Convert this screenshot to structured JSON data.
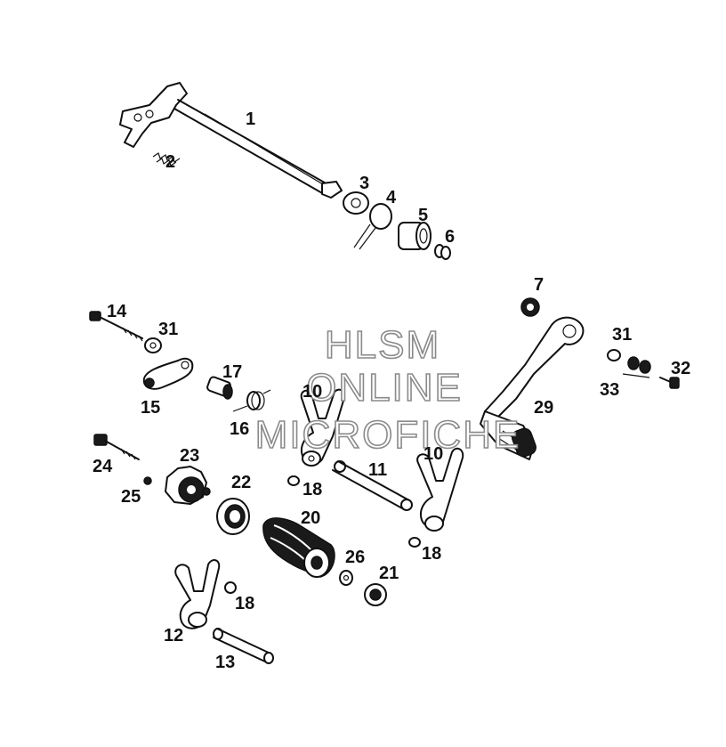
{
  "watermark": {
    "line1": "HLSM",
    "line2": "ONLINE",
    "line3": "MICROFICHE",
    "color": "#8a8a8a"
  },
  "callouts": {
    "n1": "1",
    "n2": "2",
    "n3": "3",
    "n4": "4",
    "n5": "5",
    "n6": "6",
    "n7": "7",
    "n10a": "10",
    "n10b": "10",
    "n11": "11",
    "n12": "12",
    "n13": "13",
    "n14": "14",
    "n15": "15",
    "n16": "16",
    "n17": "17",
    "n18a": "18",
    "n18b": "18",
    "n18c": "18",
    "n20": "20",
    "n21": "21",
    "n22": "22",
    "n23": "23",
    "n24": "24",
    "n25": "25",
    "n26": "26",
    "n29": "29",
    "n31a": "31",
    "n31b": "31",
    "n32": "32",
    "n33": "33"
  }
}
